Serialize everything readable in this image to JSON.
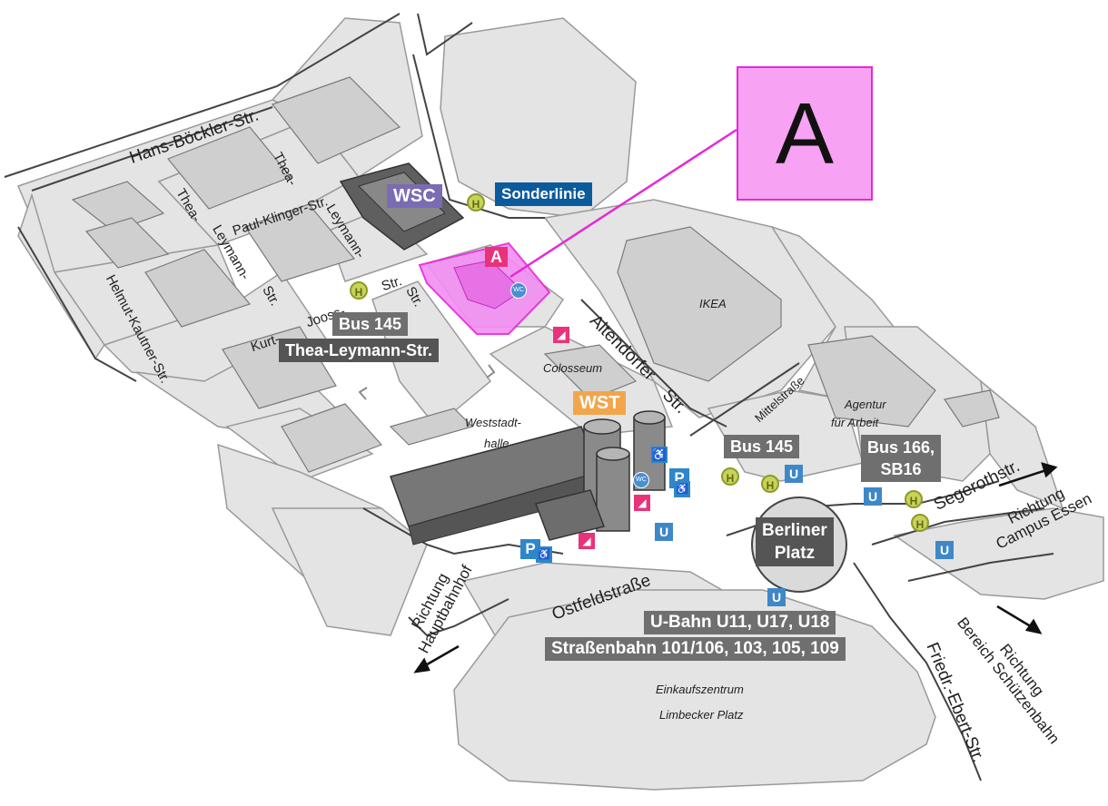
{
  "highlight": {
    "marker_letter": "A",
    "color": "#f7a2f2",
    "border_color": "#e628d8"
  },
  "streets": {
    "hans_boeckler": "Hans-Böckler-Str.",
    "paul_klinger": "Paul-Klinger-Str.",
    "thea_leymann_1": "Thea-",
    "thea_leymann_2": "Leymann-",
    "thea_leymann_a": "Thea-",
    "thea_leymann_b": "Leymann-",
    "thea_leymann_c": "Str.",
    "thea_leymann_str_end": "Str.",
    "helmut_kautner": "Helmut-Kautner-Str.",
    "kurt": "Kurt-",
    "jooss": "Jooss-",
    "jooss_str": "Str.",
    "altendorfer": "Altendorfer",
    "altendorfer_str": "Str.",
    "mittelstrasse": "Mittelstraße",
    "segerothstr": "Segerothstr.",
    "ostfeldstrasse": "Ostfeldstraße",
    "friedr_ebert": "Friedr.-Ebert-Str."
  },
  "places": {
    "ikea": "IKEA",
    "colosseum": "Colosseum",
    "weststadthalle_1": "Weststadt-",
    "weststadthalle_2": "halle",
    "agentur_1": "Agentur",
    "agentur_2": "für Arbeit",
    "einkauf": "Einkaufszentrum",
    "limbecker": "Limbecker Platz"
  },
  "labels": {
    "wsc": "WSC",
    "sonderlinie": "Sonderlinie",
    "building_a": "A",
    "wst": "WST",
    "bus145_a": "Bus 145",
    "thea_stop": "Thea-Leymann-Str.",
    "bus145_b": "Bus 145",
    "bus166_1": "Bus 166,",
    "bus166_2": "SB16",
    "berliner_1": "Berliner",
    "berliner_2": "Platz",
    "ubahn": "U-Bahn U11, U17, U18",
    "strassenbahn": "Straßenbahn 101/106, 103, 105, 109"
  },
  "directions": {
    "campus_1": "Richtung",
    "campus_2": "Campus Essen",
    "hbf_1": "Richtung",
    "hbf_2": "Hauptbahnhof",
    "schuetzen_1": "Richtung",
    "schuetzen_2": "Bereich Schützenbahn"
  },
  "symbols": {
    "u": "U",
    "p": "P",
    "h": "H",
    "wc": "WC"
  },
  "icons": {
    "bus_stop": "bus-stop-icon",
    "ubahn": "ubahn-icon",
    "parking": "parking-icon",
    "stairs": "stairs-icon",
    "accessible": "wheelchair-icon",
    "toilet": "wc-icon"
  }
}
